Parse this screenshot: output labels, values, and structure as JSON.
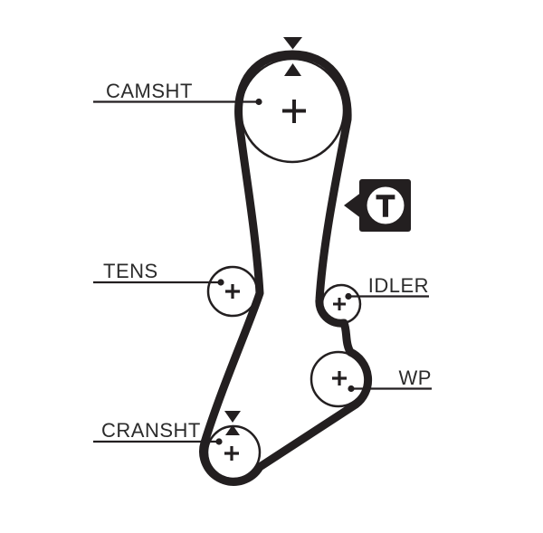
{
  "diagram": {
    "kind": "timing-belt-routing-diagram",
    "colors": {
      "background": "#ffffff",
      "ink": "#231f20",
      "text": "#2b2b2b"
    },
    "pulleys": [
      {
        "id": "camshaft",
        "label": "CAMSHT"
      },
      {
        "id": "tensioner",
        "label": "TENS"
      },
      {
        "id": "idler",
        "label": "IDLER"
      },
      {
        "id": "water-pump",
        "label": "WP"
      },
      {
        "id": "crankshaft",
        "label": "CRANSHT"
      }
    ],
    "tension_marker": {
      "label": "T"
    }
  }
}
